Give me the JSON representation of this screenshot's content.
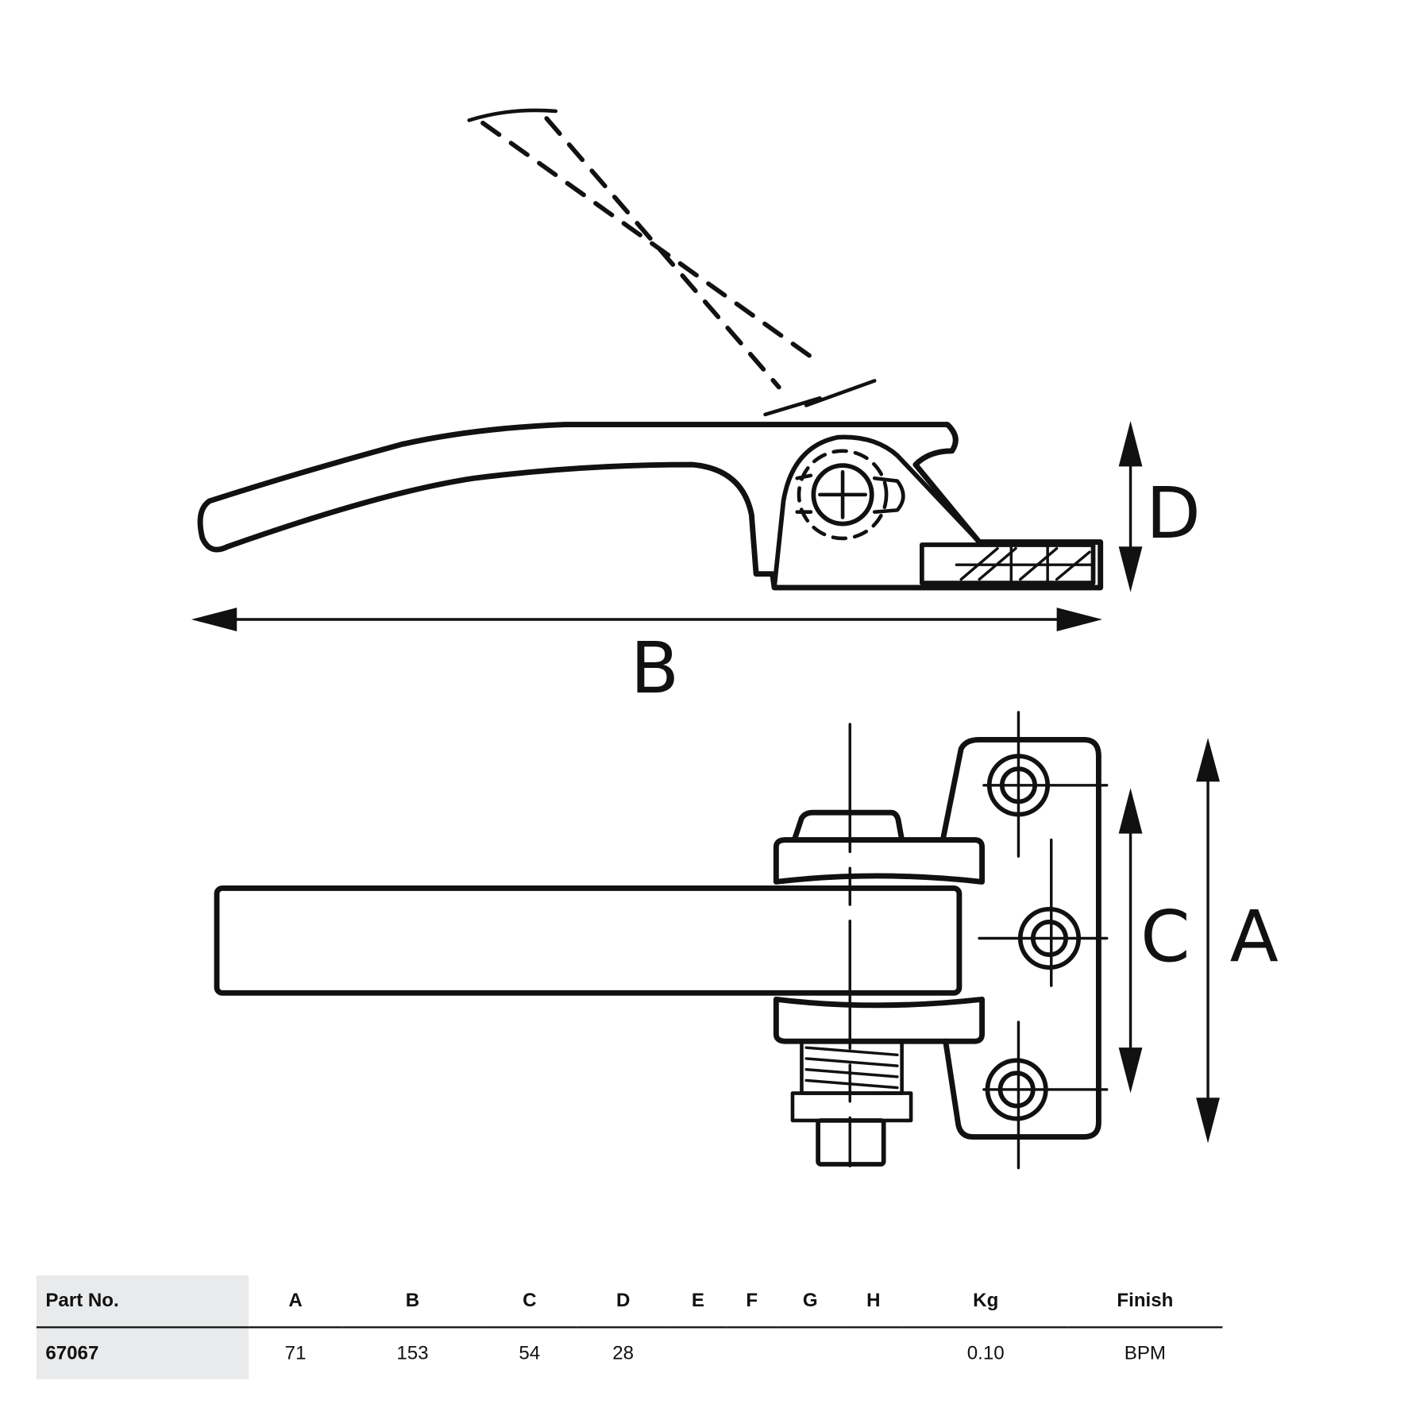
{
  "diagram": {
    "dimension_labels": {
      "A": "A",
      "B": "B",
      "C": "C",
      "D": "D"
    }
  },
  "table": {
    "headers": [
      "Part No.",
      "A",
      "B",
      "C",
      "D",
      "E",
      "F",
      "G",
      "H",
      "Kg",
      "Finish"
    ],
    "rows": [
      [
        "67067",
        "71",
        "153",
        "54",
        "28",
        "",
        "",
        "",
        "",
        "0.10",
        "BPM"
      ]
    ]
  }
}
